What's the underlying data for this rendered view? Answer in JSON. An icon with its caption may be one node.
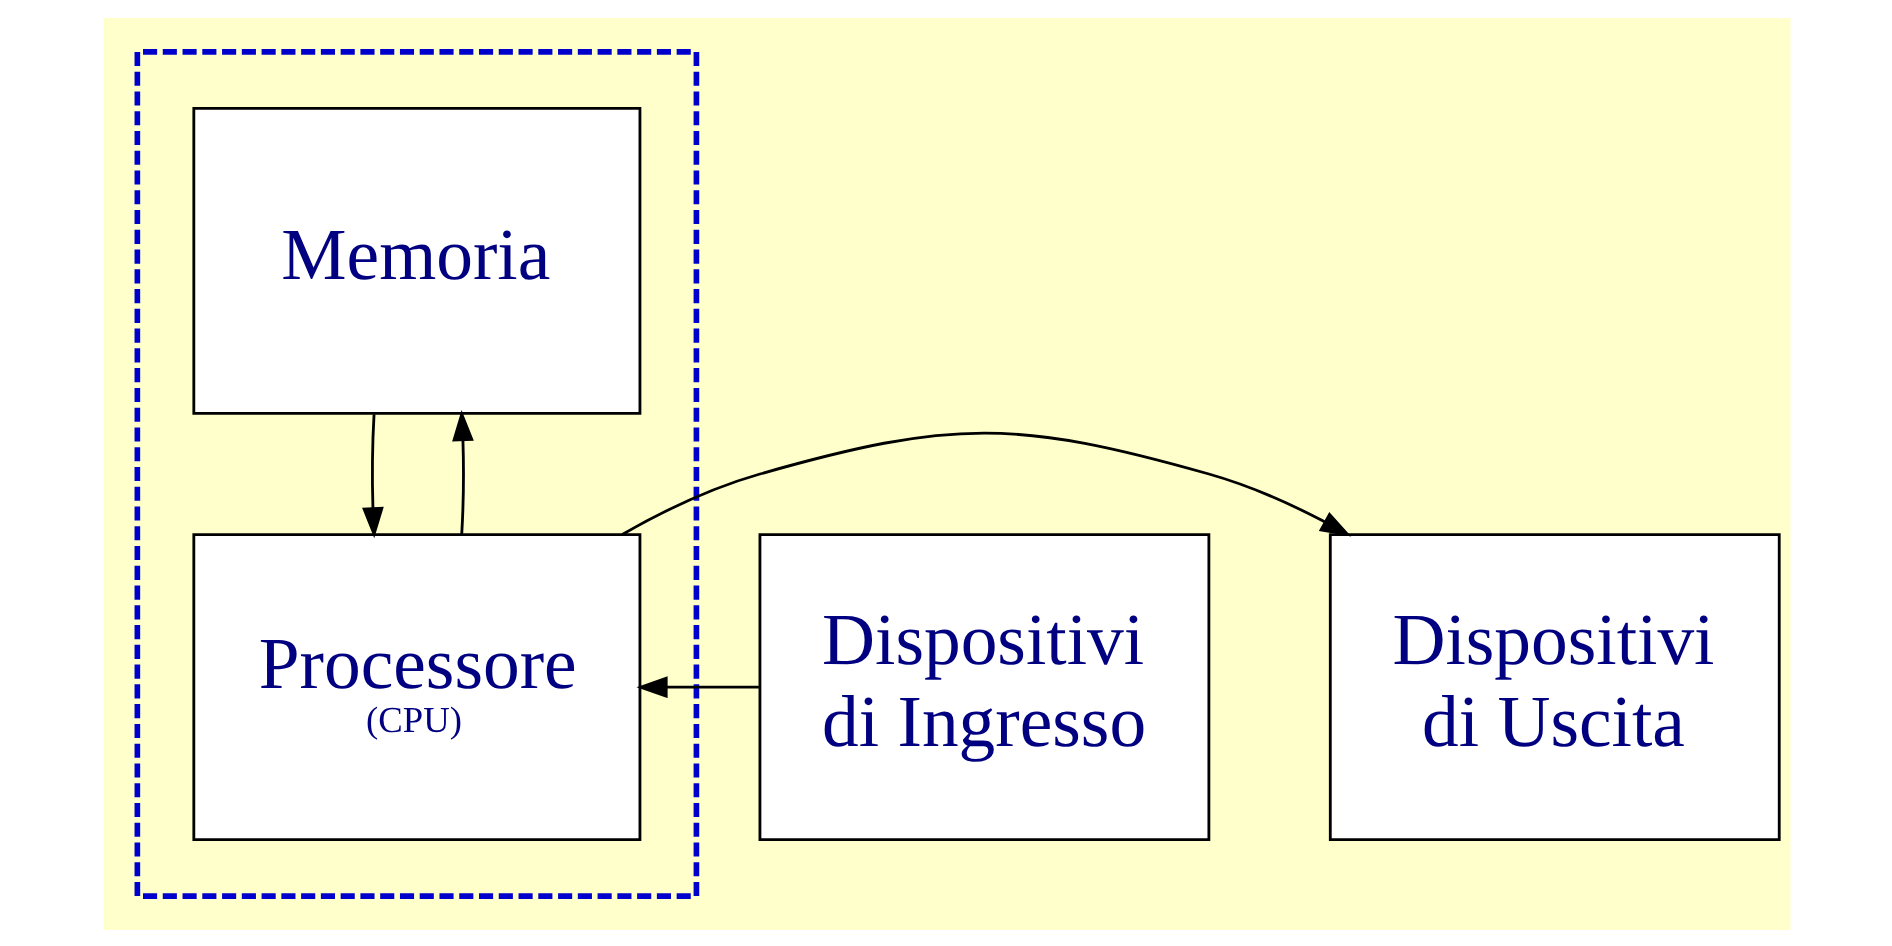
{
  "diagram": {
    "nodes": [
      {
        "text": [],
        "shape": "box"
      },
      {
        "text": [
          "Memoria"
        ],
        "in": 0
      },
      {
        "text": [
          "Processore",
          "(CPU)"
        ],
        "in": 0
      },
      {
        "text": [
          "Dispositivi di Ingresso"
        ]
      },
      {
        "text": [
          "Dispositivi di Uscita"
        ]
      }
    ],
    "edges": [
      {
        "from": 1,
        "to": 2,
        "arrow": "to"
      },
      {
        "from": 2,
        "to": 1,
        "arrow": "to"
      },
      {
        "from": 3,
        "to": 2,
        "arrow": "to"
      },
      {
        "from": 2,
        "to": 4,
        "arrow": "to"
      }
    ]
  }
}
